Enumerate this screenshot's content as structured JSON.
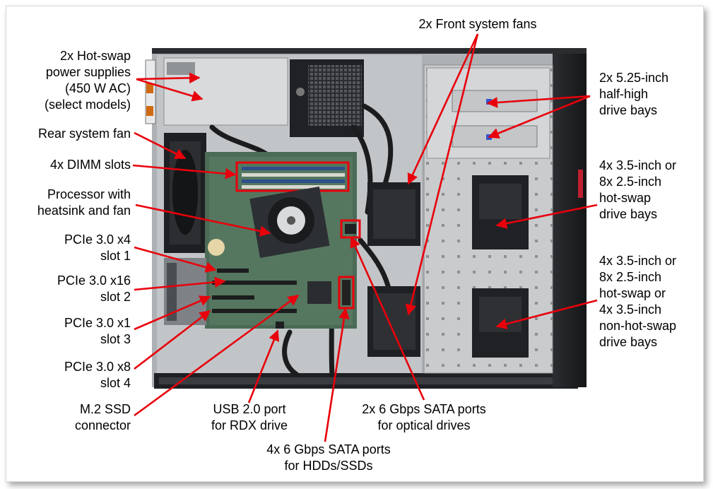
{
  "colors": {
    "arrow": "#e8000b",
    "board": "#4b6b57",
    "chassis": "#b9bcbe",
    "dark": "#1f2124"
  },
  "callouts": {
    "front_fans": "2x Front system fans",
    "psu": "2x Hot-swap\npower supplies\n(450 W AC)\n(select models)",
    "rear_fan": "Rear system fan",
    "dimm": "4x DIMM slots",
    "processor": "Processor with\nheatsink and fan",
    "pcie1": "PCIe 3.0 x4\nslot 1",
    "pcie2": "PCIe 3.0 x16\nslot 2",
    "pcie3": "PCIe 3.0 x1\nslot 3",
    "pcie4": "PCIe 3.0 x8\nslot 4",
    "m2": "M.2 SSD\nconnector",
    "usb": "USB 2.0 port\nfor RDX drive",
    "sata_optical": "2x 6 Gbps SATA ports\nfor optical drives",
    "sata_hdd": "4x 6 Gbps SATA ports\nfor HDDs/SSDs",
    "bays_525": "2x 5.25-inch\nhalf-high\ndrive bays",
    "bays_hotswap": "4x 3.5-inch or\n8x 2.5-inch\nhot-swap\ndrive bays",
    "bays_mixed": "4x 3.5-inch or\n8x 2.5-inch\nhot-swap or\n4x 3.5-inch\nnon-hot-swap\ndrive bays"
  }
}
